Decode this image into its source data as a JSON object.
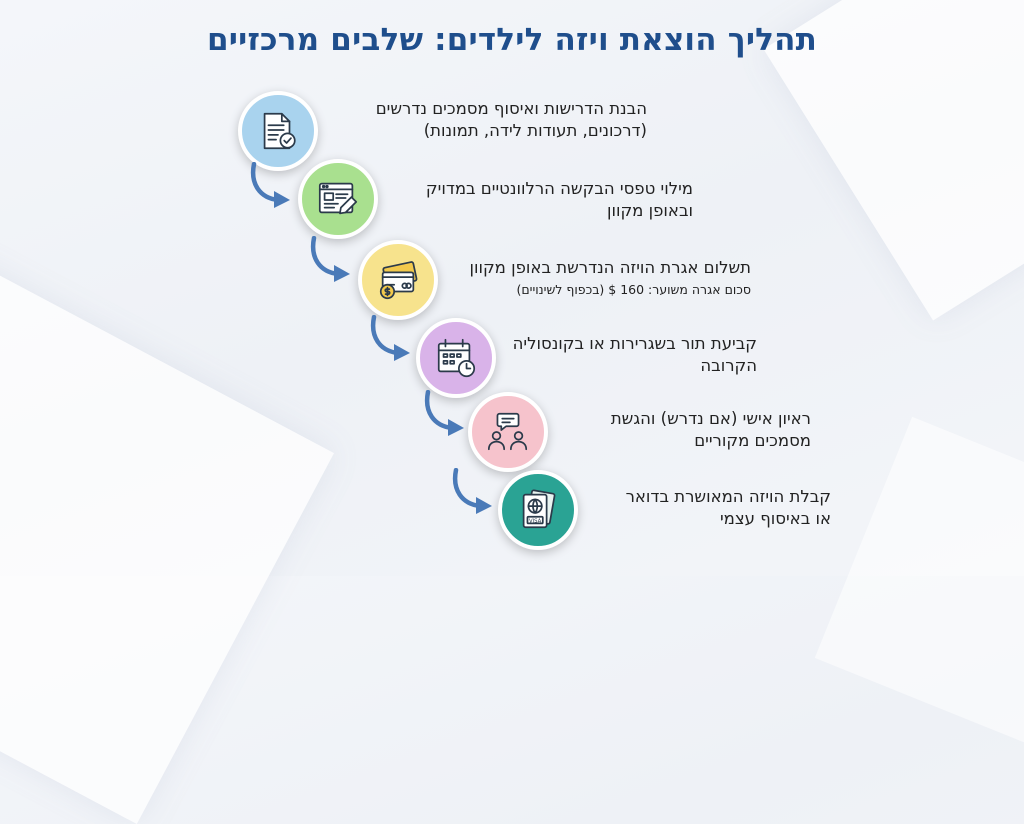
{
  "title": "תהליך הוצאת ויזה לילדים: שלבים מרכזיים",
  "steps": [
    {
      "lines": [
        "הבנת הדרישות ואיסוף מסמכים נדרשים",
        "(דרכונים, תעודות לידה, תמונות)"
      ],
      "icon": "document-check-icon",
      "color": "#a9d3ee"
    },
    {
      "lines": [
        "מילוי טפסי הבקשה הרלוונטיים במדויק",
        "ובאופן מקוון"
      ],
      "icon": "online-form-icon",
      "color": "#a9e08f"
    },
    {
      "lines": [
        "תשלום אגרת הויזה הנדרשת באופן מקוון"
      ],
      "note": "סכום אגרה משוער: 160 $ (בכפוף לשינויים)",
      "icon": "payment-card-icon",
      "color": "#f7e38d"
    },
    {
      "lines": [
        "קביעת תור בשגרירות או בקונסוליה",
        "הקרובה"
      ],
      "icon": "calendar-clock-icon",
      "color": "#d9b3e9"
    },
    {
      "lines": [
        "ראיון אישי (אם נדרש) והגשת",
        "מסמכים מקוריים"
      ],
      "icon": "interview-icon",
      "color": "#f6c3cc"
    },
    {
      "lines": [
        "קבלת הויזה המאושרת בדואר",
        "או באיסוף עצמי"
      ],
      "icon": "passport-visa-icon",
      "color": "#2aa394",
      "icon_text": "VISA"
    }
  ],
  "arrow_color": "#4a7ab8"
}
